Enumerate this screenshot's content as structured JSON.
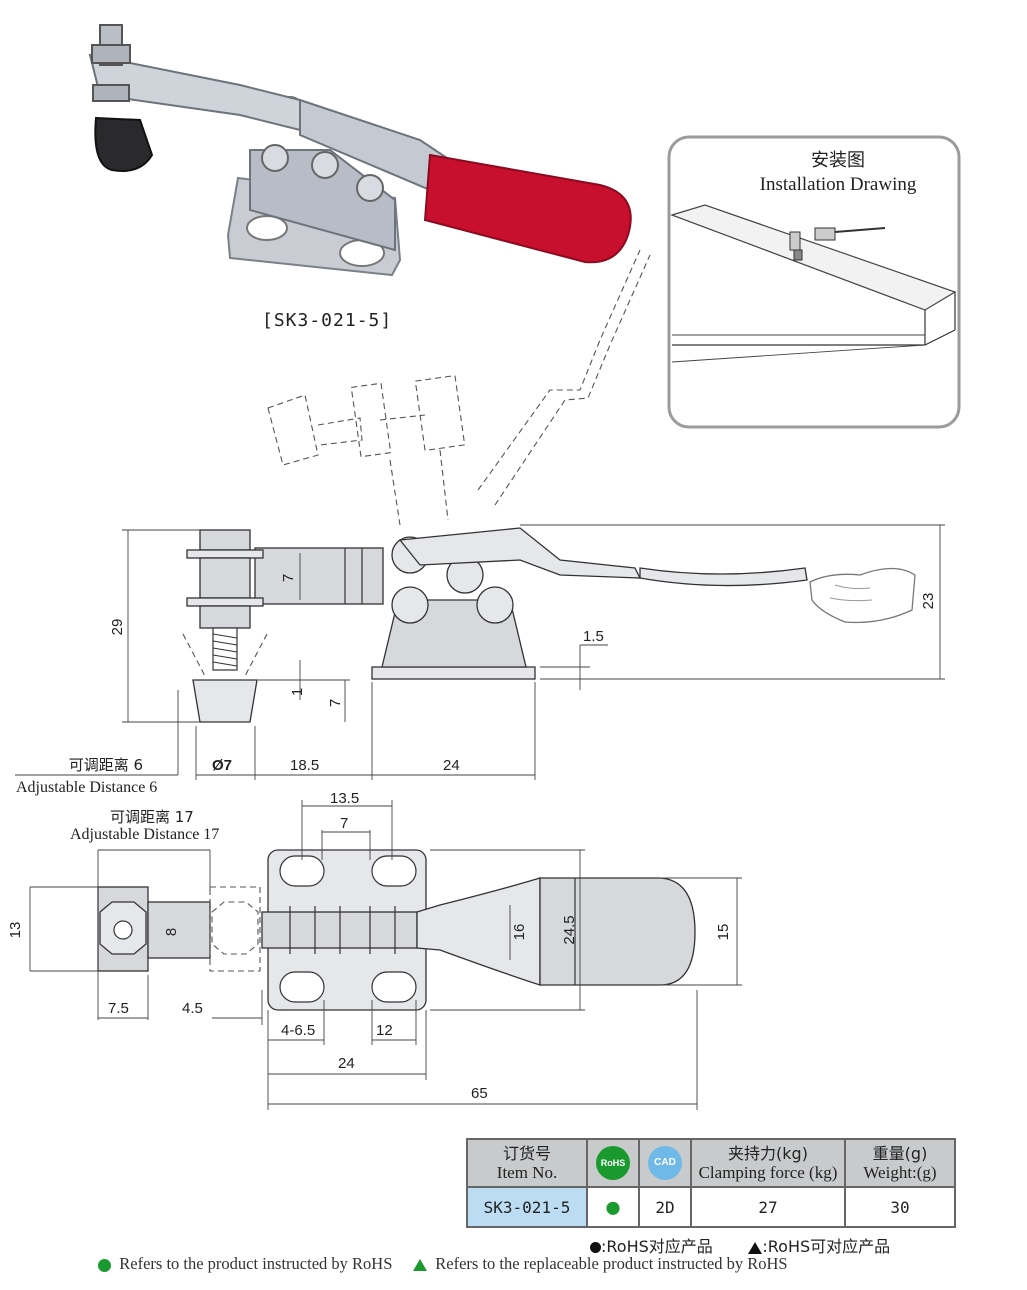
{
  "product": {
    "model_label": "[SK3-021-5]"
  },
  "installation": {
    "title_cn": "安装图",
    "title_en": "Installation Drawing"
  },
  "side_view": {
    "dims": {
      "d29": "29",
      "d7a": "7",
      "d1": "1",
      "d7b": "7",
      "d1_5": "1.5",
      "d23": "23",
      "dia7": "Ø7",
      "d18_5": "18.5",
      "d24": "24"
    },
    "adjust_cn": "可调距离 6",
    "adjust_en": "Adjustable Distance 6"
  },
  "top_view": {
    "dims": {
      "d13_5": "13.5",
      "d7": "7",
      "d13": "13",
      "d8": "8",
      "d16": "16",
      "d24_5": "24.5",
      "d15": "15",
      "d7_5": "7.5",
      "d4_5": "4.5",
      "d4_6_5": "4-6.5",
      "d12": "12",
      "d24": "24",
      "d65": "65"
    },
    "adjust_cn": "可调距离 17",
    "adjust_en": "Adjustable Distance 17"
  },
  "spec_table": {
    "headers": {
      "item_cn": "订货号",
      "item_en": "Item No.",
      "rohs_icon": "RoHS",
      "cad_icon": "CAD",
      "force_cn": "夹持力(kg)",
      "force_en": "Clamping force (kg)",
      "weight_cn": "重量(g)",
      "weight_en": "Weight:(g)"
    },
    "row": {
      "item": "SK3-021-5",
      "rohs": "●",
      "cad": "2D",
      "force": "27",
      "weight": "30"
    }
  },
  "legend": {
    "cn_rohs": ":RoHS对应产品",
    "cn_replace": ":RoHS可对应产品",
    "en_rohs": "Refers to the product instructed by RoHS",
    "en_replace": "Refers to the replaceable product instructed by RoHS"
  },
  "colors": {
    "handle_red": "#c8102e",
    "rohs_green": "#1a9a2e",
    "item_blue": "#bcdcf3",
    "header_gray": "#c8cacc"
  }
}
